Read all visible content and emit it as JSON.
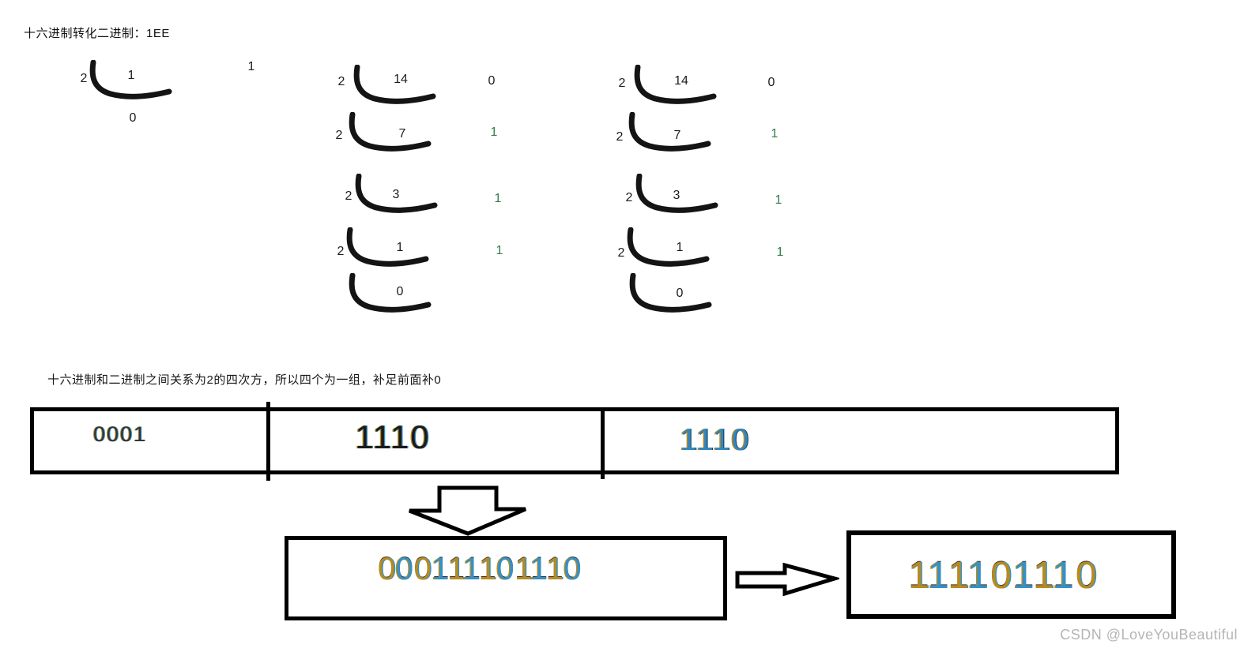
{
  "title": "十六进制转化二进制：1EE",
  "note": "十六进制和二进制之间关系为2的四次方，所以四个为一组，补足前面补0",
  "watermark": "CSDN @LoveYouBeautiful",
  "colors": {
    "ink": "#1c1c1c",
    "remainder_green": "#2f7d4f",
    "fringe_blue": "#3292c8",
    "fringe_gold": "#b98a1e",
    "watermark_gray": "#b5b5b5"
  },
  "divisions": [
    {
      "steps": [
        {
          "divisor": "2",
          "dividend": "1",
          "remainder": "1"
        }
      ],
      "final_quotient": "0"
    },
    {
      "steps": [
        {
          "divisor": "2",
          "dividend": "14",
          "remainder": "0"
        },
        {
          "divisor": "2",
          "dividend": "7",
          "remainder": "1"
        },
        {
          "divisor": "2",
          "dividend": "3",
          "remainder": "1"
        },
        {
          "divisor": "2",
          "dividend": "1",
          "remainder": "1"
        }
      ],
      "final_quotient": "0"
    },
    {
      "steps": [
        {
          "divisor": "2",
          "dividend": "14",
          "remainder": "0"
        },
        {
          "divisor": "2",
          "dividend": "7",
          "remainder": "1"
        },
        {
          "divisor": "2",
          "dividend": "3",
          "remainder": "1"
        },
        {
          "divisor": "2",
          "dividend": "1",
          "remainder": "1"
        }
      ],
      "final_quotient": "0"
    }
  ],
  "grouping_row": {
    "cells": [
      "0001",
      "1110",
      "1110"
    ]
  },
  "combined_binary": "000111101110",
  "final_binary": "111101110"
}
